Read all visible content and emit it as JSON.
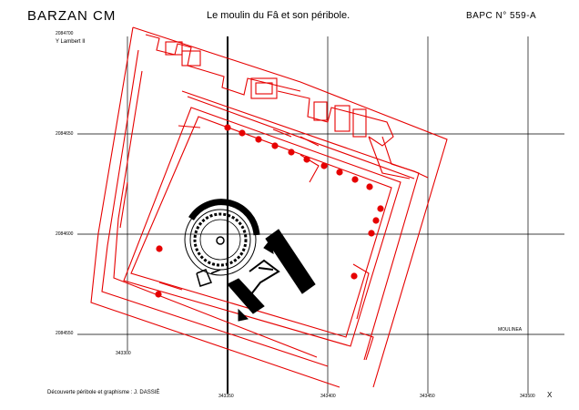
{
  "header": {
    "site_name": "BARZAN  CM",
    "title": "Le moulin du Fâ et son péribole.",
    "reference": "BAPC N° 559-A"
  },
  "projection": "Y Lambert II",
  "grid": {
    "y_labels": [
      "2084700",
      "2084650",
      "2084600",
      "2084550"
    ],
    "x_labels": [
      "343300",
      "343350",
      "343400",
      "343450",
      "343500"
    ]
  },
  "annotations": {
    "place_label": "MOULINEA",
    "corner_mark": "X"
  },
  "credit": "Découverte péribole et graphisme : J. DASSIÉ",
  "colors": {
    "outline": "#e60000",
    "dots": "#e60000",
    "grid": "#000000",
    "mill": "#000000"
  }
}
